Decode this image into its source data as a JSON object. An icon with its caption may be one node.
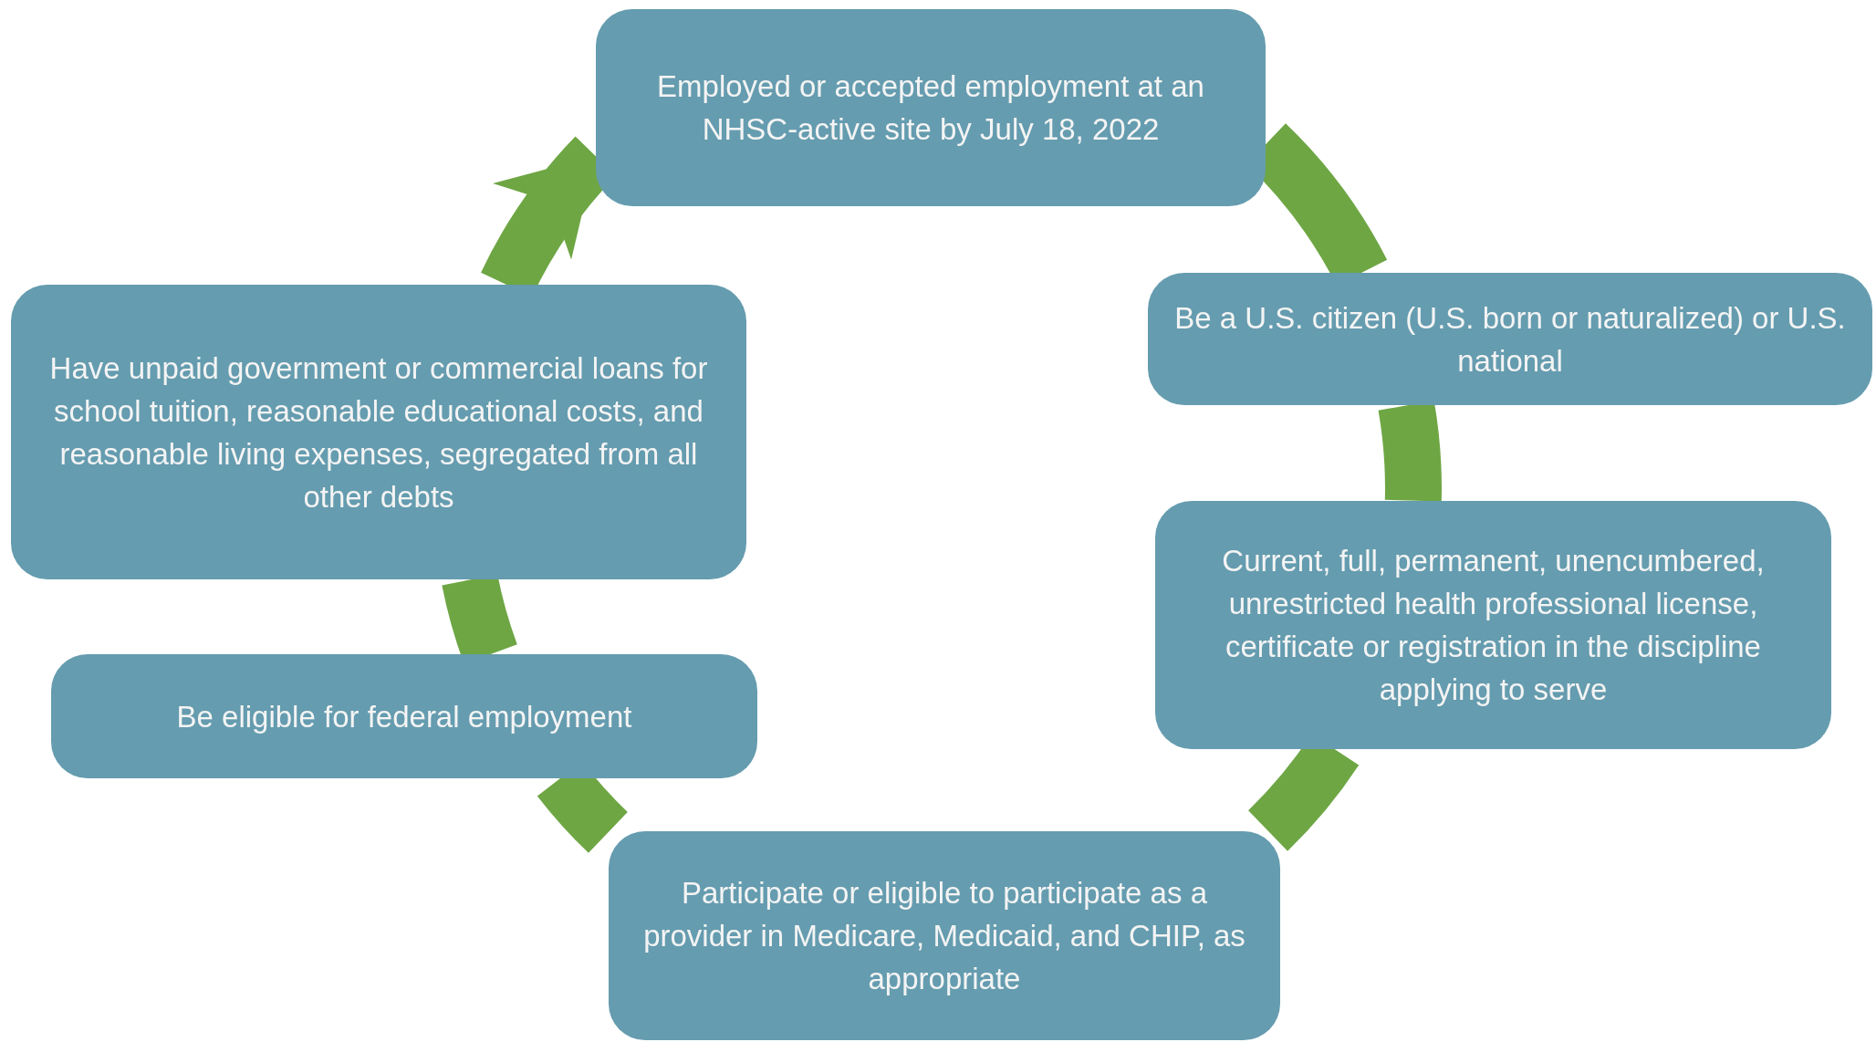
{
  "diagram": {
    "nodes": [
      {
        "text": [
          "Employed or accepted employment at an NHSC-active site by July 18, 2022"
        ]
      },
      {
        "text": [
          "Be a U.S. citizen (U.S. born or naturalized) or U.S. national"
        ]
      },
      {
        "text": [
          "Current, full, permanent, unencumbered, unrestricted health professional license, certificate or registration in the discipline applying to serve"
        ]
      },
      {
        "text": [
          "Participate or eligible to participate as a provider in Medicare, Medicaid, and CHIP, as appropriate"
        ]
      },
      {
        "text": [
          "Be eligible for federal employment"
        ]
      },
      {
        "text": [
          "Have unpaid government or commercial loans for school tuition, reasonable educational costs, and reasonable living expenses, segregated from all other debts"
        ]
      }
    ],
    "edges": [
      {
        "from": 0,
        "to": 1,
        "arrow": "none"
      },
      {
        "from": 1,
        "to": 2,
        "arrow": "none"
      },
      {
        "from": 2,
        "to": 3,
        "arrow": "none"
      },
      {
        "from": 3,
        "to": 4,
        "arrow": "none"
      },
      {
        "from": 4,
        "to": 5,
        "arrow": "none"
      },
      {
        "from": 5,
        "to": 0,
        "arrow": "to"
      }
    ]
  }
}
